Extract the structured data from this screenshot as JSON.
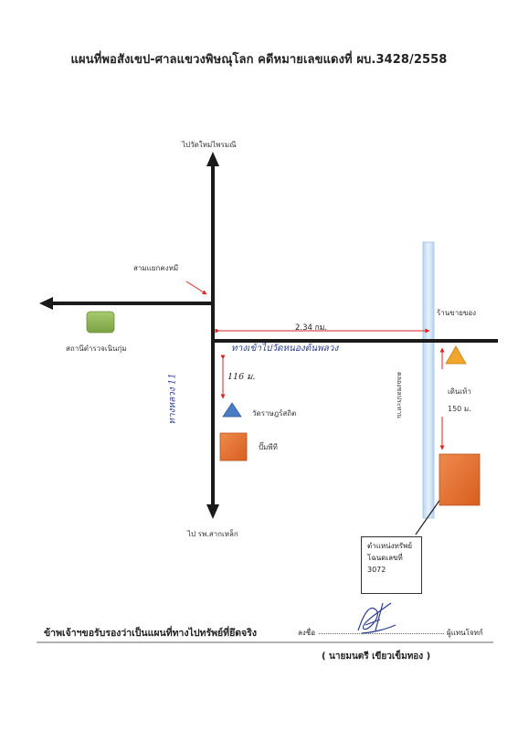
{
  "title": "แผนที่พอสังเขป-ศาลแขวงพิษณุโลก คดีหมายเลขแดงที่ ผบ.3428/2558",
  "map": {
    "roads": {
      "north_dest": "ไปวัดใหม่ไพรมณี",
      "south_dest": "ไป รพ.สากเหล็ก",
      "intersection": "สามแยกคงหมี",
      "main_road_handwritten": "ทางหลวง 11",
      "side_road_handwritten": "ทางเข้าไปวัดหนองต้นพลวง",
      "canal": "คลองชลประทาน"
    },
    "distances": {
      "main_to_shop": "2.34 กม.",
      "walk_to_property_label": "เดินเท้า",
      "walk_to_property_value": "150 ม.",
      "junction_to_temple": "116 ม."
    },
    "landmarks": {
      "police_station": "สถานีตำรวจเนินกุ่ม",
      "temple": "วัดราษฎร์สถิต",
      "gas_station": "ปั๊มพีที",
      "shop": "ร้านขายของ"
    },
    "property_box": {
      "line1": "ตำแหน่งทรัพย์",
      "line2": "โฉนดเลขที่",
      "line3": "3072"
    },
    "colors": {
      "road": "#1a1a1a",
      "canal": "#cfe3f6",
      "police_station": "#8db256",
      "gas_station": "#e36c2b",
      "property": "#e36c2b",
      "temple": "#4a7cc4",
      "shop": "#f2a52c"
    }
  },
  "footer": {
    "certification": "ข้าพเจ้าฯขอรับรองว่าเป็นแผนที่ทางไปทรัพย์ที่ยึดจริง",
    "sign_label": "ลงชื่อ",
    "proxy_label": "ผู้แทนโจทก์",
    "signatory_name": "( นายมนตรี เขียวเข็มทอง )"
  }
}
